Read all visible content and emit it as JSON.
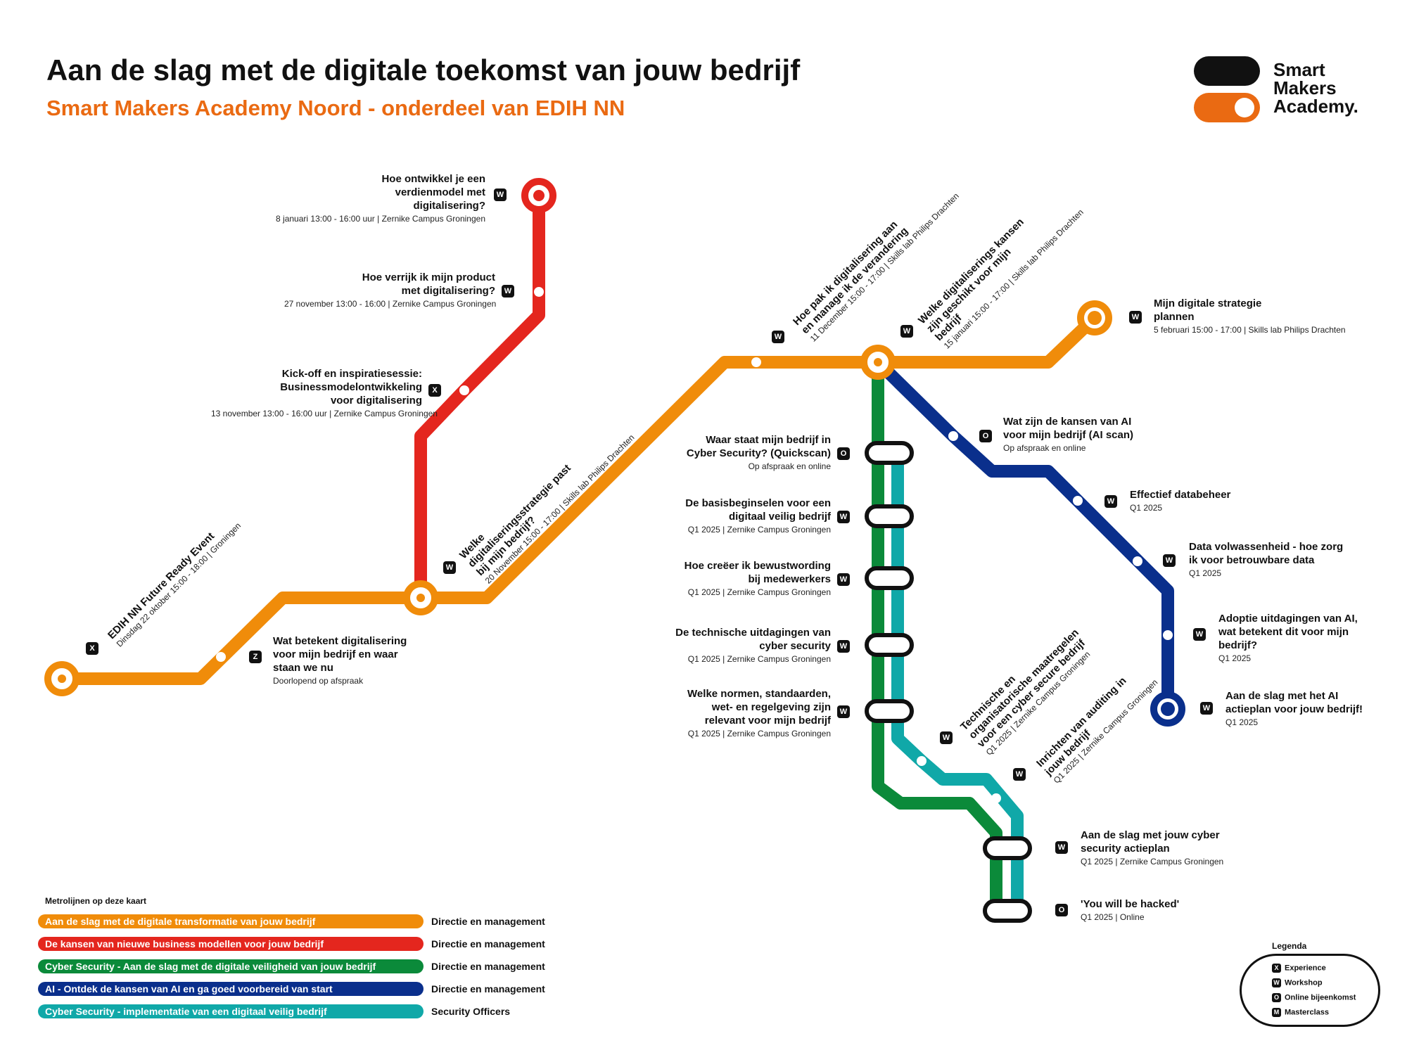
{
  "header": {
    "title": "Aan de slag met de digitale toekomst van jouw bedrijf",
    "subtitle": "Smart Makers Academy Noord - onderdeel van EDIH NN"
  },
  "logo": {
    "line1": "Smart",
    "line2": "Makers",
    "line3": "Academy."
  },
  "colors": {
    "orange": "#f08c0a",
    "red": "#e4261e",
    "green": "#0b8a3a",
    "blue": "#0a2f8c",
    "teal": "#10a8a8",
    "subtitle_orange": "#ea6a12"
  },
  "stations": {
    "s1": {
      "title": "EDIH NN Future Ready Event",
      "detail": "Dinsdag 22 oktober 15:00 - 18:00 | Groningen",
      "type": "X"
    },
    "s2": {
      "title": "Wat betekent digitalisering\nvoor mijn bedrijf en waar\nstaan we nu",
      "detail": "Doorlopend op afspraak",
      "type": "Z"
    },
    "s3": {
      "title": "Welke\ndigitaliseringsstrategie past\nbij mijn bedrijf?",
      "detail": "20 November 15:00 - 17:00 | Skills lab Philips Drachten",
      "type": "W"
    },
    "s4": {
      "title": "Kick-off en inspiratiesessie:\nBusinessmodelontwikkeling\nvoor digitalisering",
      "detail": "13 november 13:00 - 16:00 uur | Zernike Campus Groningen",
      "type": "X"
    },
    "s5": {
      "title": "Hoe verrijk ik mijn product\nmet digitalisering?",
      "detail": "27 november 13:00 - 16:00 | Zernike Campus Groningen",
      "type": "W"
    },
    "s6": {
      "title": "Hoe ontwikkel je een\nverdienmodel met\ndigitalisering?",
      "detail": "8 januari 13:00 - 16:00 uur | Zernike Campus Groningen",
      "type": "W"
    },
    "s7": {
      "title": "Hoe pak ik digitalisering aan\nen manage ik de verandering",
      "detail": "11 December 15:00 - 17:00 | Skills lab Philips Drachten",
      "type": "W"
    },
    "s8": {
      "title": "Welke digitaliserings kansen\nzijn geschikt voor mijn\nbedrijf",
      "detail": "15 januari 15:00 - 17:00 | Skills lab Philips Drachten",
      "type": "W"
    },
    "s9": {
      "title": "Mijn digitale strategie\nplannen",
      "detail": "5 februari 15:00 - 17:00 | Skills lab Philips Drachten",
      "type": "W"
    },
    "s10": {
      "title": "Wat zijn de kansen van AI\nvoor mijn bedrijf (AI scan)",
      "detail": "Op afspraak en online",
      "type": "O"
    },
    "s11": {
      "title": "Effectief databeheer",
      "detail": "Q1 2025",
      "type": "W"
    },
    "s12": {
      "title": "Data volwassenheid - hoe zorg\nik voor betrouwbare data",
      "detail": "Q1 2025",
      "type": "W"
    },
    "s13": {
      "title": "Adoptie uitdagingen van AI,\nwat betekent dit voor mijn\nbedrijf?",
      "detail": "Q1 2025",
      "type": "W"
    },
    "s14": {
      "title": "Aan de slag met het AI\nactieplan voor jouw bedrijf!",
      "detail": "Q1 2025",
      "type": "W"
    },
    "s15": {
      "title": "Waar staat mijn bedrijf in\nCyber Security? (Quickscan)",
      "detail": "Op afspraak en online",
      "type": "O"
    },
    "s16": {
      "title": "De basisbeginselen voor een\ndigitaal veilig bedrijf",
      "detail": "Q1 2025 | Zernike Campus Groningen",
      "type": "W"
    },
    "s17": {
      "title": "Hoe creëer ik bewustwording\nbij medewerkers",
      "detail": "Q1 2025 | Zernike Campus Groningen",
      "type": "W"
    },
    "s18": {
      "title": "De technische uitdagingen van\ncyber security",
      "detail": "Q1 2025 | Zernike Campus Groningen",
      "type": "W"
    },
    "s19": {
      "title": "Welke normen, standaarden,\nwet- en regelgeving zijn\nrelevant voor mijn bedrijf",
      "detail": "Q1 2025 | Zernike Campus Groningen",
      "type": "W"
    },
    "s20": {
      "title": "Technische en\norganisatorische maatregelen\nvoor een cyber secure bedrijf",
      "detail": "Q1 2025 | Zernike Campus Groningen",
      "type": "W"
    },
    "s21": {
      "title": "Inrichten van auditing in\njouw bedrijf",
      "detail": "Q1 2025 | Zernike Campus Groningen",
      "type": "W"
    },
    "s22": {
      "title": "Aan de slag met jouw cyber\nsecurity actieplan",
      "detail": "Q1 2025 | Zernike Campus Groningen",
      "type": "W"
    },
    "s23": {
      "title": "'You will be hacked'",
      "detail": "Q1 2025 | Online",
      "type": "O"
    }
  },
  "lines_legend": {
    "heading": "Metrolijnen op deze kaart",
    "items": [
      {
        "label": "Aan de slag met de digitale transformatie van jouw bedrijf",
        "audience": "Directie en management",
        "color": "#f08c0a"
      },
      {
        "label": "De kansen van nieuwe business modellen voor jouw bedrijf",
        "audience": "Directie en management",
        "color": "#e4261e"
      },
      {
        "label": "Cyber Security - Aan de slag met de digitale veiligheid van jouw bedrijf",
        "audience": "Directie en management",
        "color": "#0b8a3a"
      },
      {
        "label": "AI - Ontdek de kansen van AI en ga goed voorbereid van start",
        "audience": "Directie en management",
        "color": "#0a2f8c"
      },
      {
        "label": "Cyber Security - implementatie van een digitaal veilig bedrijf",
        "audience": "Security Officers",
        "color": "#10a8a8"
      }
    ]
  },
  "legend": {
    "title": "Legenda",
    "items": [
      {
        "badge": "X",
        "label": "Experience"
      },
      {
        "badge": "W",
        "label": "Workshop"
      },
      {
        "badge": "O",
        "label": "Online bijeenkomst"
      },
      {
        "badge": "M",
        "label": "Masterclass"
      }
    ]
  }
}
